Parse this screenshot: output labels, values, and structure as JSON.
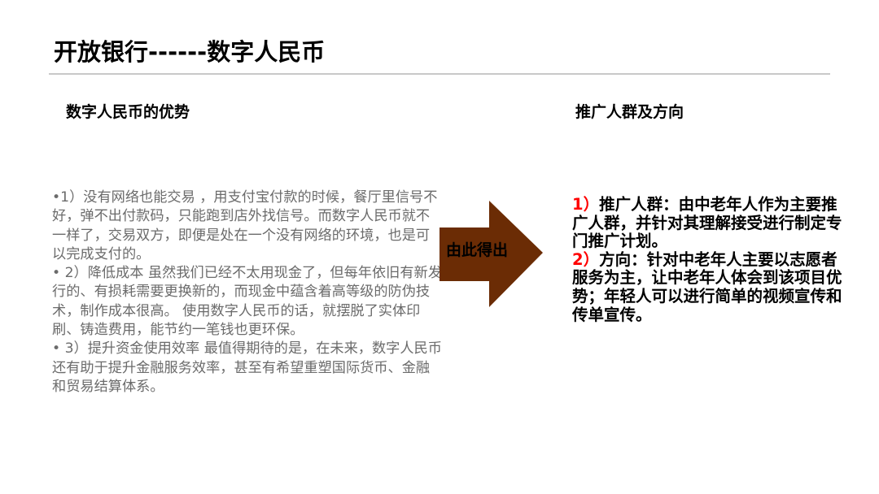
{
  "slide": {
    "title": "开放银行------数字人民币"
  },
  "left_section": {
    "heading": "数字人民币的优势",
    "points": [
      {
        "text": "•1）没有网络也能交易 ，用支付宝付款的时候，餐厅里信号不好，弹不出付款码，只能跑到店外找信号。而数字人民币就不一样了，交易双方，即便是处在一个没有网络的环境，也是可以完成支付的。"
      },
      {
        "text": "• 2）降低成本 虽然我们已经不太用现金了，但每年依旧有新发行的、有损耗需要更换新的，而现金中蕴含着高等级的防伪技术，制作成本很高。 使用数字人民币的话，就摆脱了实体印刷、铸造费用，能节约一笔钱也更环保。"
      },
      {
        "text": "• 3）提升资金使用效率 最值得期待的是，在未来，数字人民币还有助于提升金融服务效率，甚至有希望重塑国际货币、金融和贸易结算体系。"
      }
    ]
  },
  "arrow": {
    "label": "由此得出",
    "color": "#6b2c05",
    "icon": "right-arrow-icon"
  },
  "right_section": {
    "heading": "推广人群及方向",
    "items": [
      {
        "number": "1）",
        "text": "推广人群：由中老年人作为主要推广人群，并针对其理解接受进行制定专门推广计划。"
      },
      {
        "number": "2）",
        "text": "方向：针对中老年人主要以志愿者服务为主，让中老年人体会到该项目优势；年轻人可以进行简单的视频宣传和传单宣传。"
      }
    ],
    "number_color": "#ff0000"
  },
  "colors": {
    "divider": "#c8c8c8",
    "body_text_gray": "#6b6b6b",
    "arrow_brown": "#6b2c05"
  }
}
